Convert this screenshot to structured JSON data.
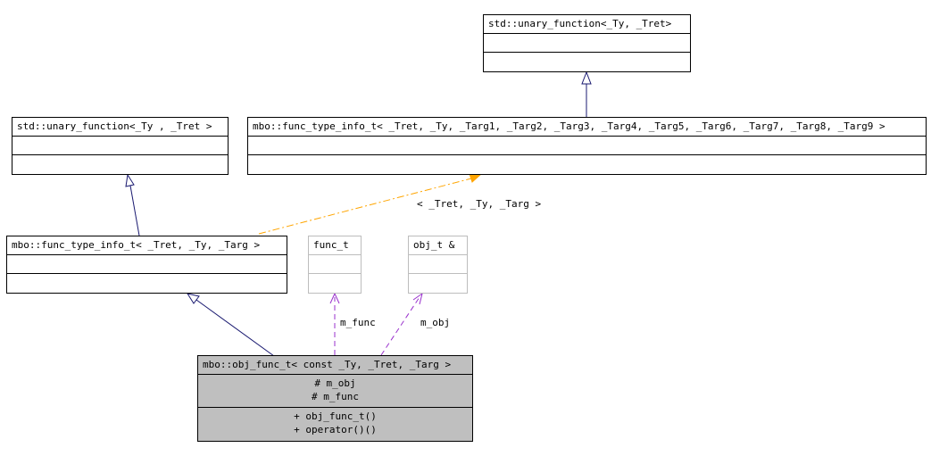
{
  "classes": {
    "unary_ret": {
      "name": "std::unary_function<_Ty, _Tret>"
    },
    "unary_left": {
      "name": "std::unary_function<_Ty , _Tret >"
    },
    "fti9": {
      "name": "mbo::func_type_info_t< _Tret, _Ty, _Targ1, _Targ2, _Targ3, _Targ4, _Targ5, _Targ6, _Targ7, _Targ8, _Targ9 >"
    },
    "fti": {
      "name": "mbo::func_type_info_t< _Tret, _Ty, _Targ >"
    },
    "func_t": {
      "name": "func_t"
    },
    "obj_t": {
      "name": "obj_t &"
    },
    "obj_func": {
      "name": "mbo::obj_func_t< const _Ty, _Tret, _Targ >",
      "attributes": [
        "# m_obj",
        "# m_func"
      ],
      "methods": [
        "+ obj_func_t()",
        "+ operator()()"
      ]
    }
  },
  "edge_labels": {
    "template_args": "< _Tret, _Ty, _Targ >",
    "m_func": "m_func",
    "m_obj": "m_obj"
  },
  "colors": {
    "inheritance": "#191970",
    "template_instance": "#ffa500",
    "usage": "#9a32cd",
    "focus_fill": "#bfbfbf",
    "undocumented_border": "#bdbdbd"
  }
}
